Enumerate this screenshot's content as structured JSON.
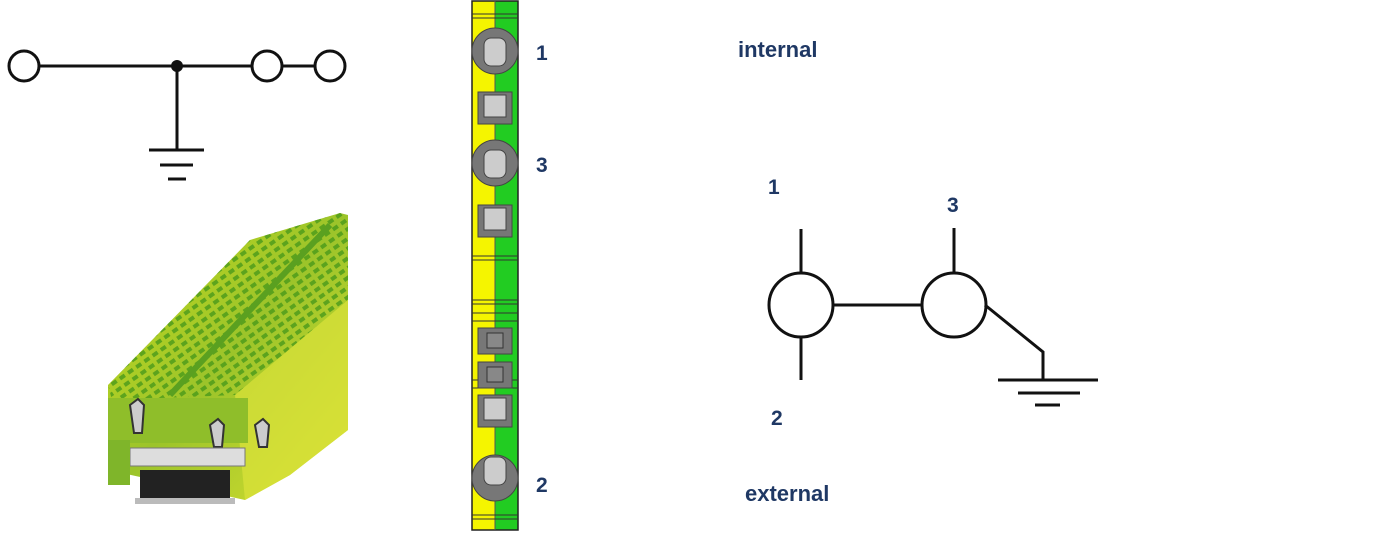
{
  "strip": {
    "terminal_1": "1",
    "terminal_3": "3",
    "terminal_2": "2",
    "color_yellow": "#f5f500",
    "color_green": "#22cc22"
  },
  "schematic": {
    "top_label": "internal",
    "bottom_label": "external",
    "terminal_1": "1",
    "terminal_2": "2",
    "terminal_3": "3"
  },
  "colors": {
    "label": "#1f3864"
  }
}
